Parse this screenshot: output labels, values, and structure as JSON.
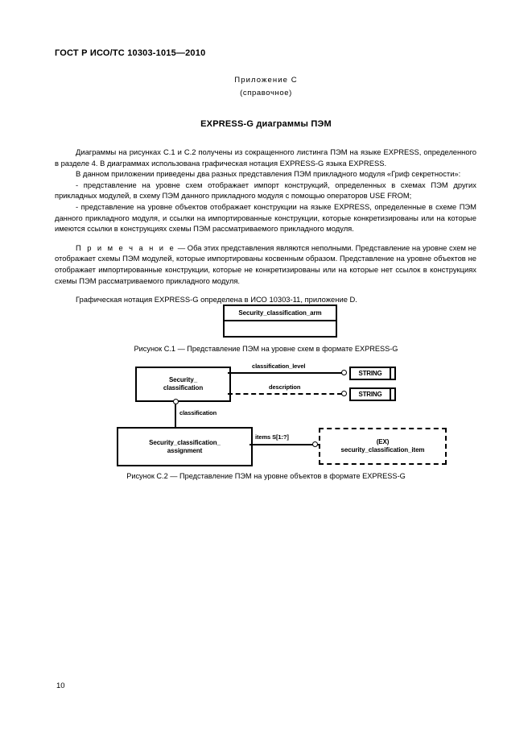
{
  "document": {
    "standard_header": "ГОСТ Р ИСО/ТС 10303-1015—2010",
    "annex_label": "Приложение С",
    "annex_kind": "(справочное)",
    "title": "EXPRESS-G диаграммы ПЭМ",
    "page_number": "10"
  },
  "body": {
    "para_1": "Диаграммы на рисунках С.1 и С.2 получены из сокращенного листинга ПЭМ на языке EXPRESS, определенного в разделе 4. В диаграммах использована графическая нотация EXPRESS-G языка EXPRESS.",
    "para_2": "В данном приложении приведены два разных представления ПЭМ прикладного модуля «Гриф секретности»:",
    "bullet_1": "-  представление на уровне схем отображает импорт конструкций, определенных в схемах ПЭМ других прикладных модулей, в схему ПЭМ данного прикладного модуля с помощью операторов USE FROM;",
    "bullet_2": "-  представление на уровне объектов отображает конструкции на языке EXPRESS, определенные в схеме ПЭМ данного прикладного модуля, и ссылки на импортированные конструкции, которые конкретизированы или на которые имеются ссылки в конструкциях схемы ПЭМ рассматриваемого прикладного модуля.",
    "note_label": "П р и м е ч а н и е",
    "note_text": " — Оба этих представления являются неполными. Представление на уровне схем не отображает схемы ПЭМ модулей, которые импортированы косвенным образом. Представление на уровне объектов не отображает импортированные конструкции, которые не конкретизированы или на которые нет ссылок в конструкциях схемы ПЭМ рассматриваемого прикладного модуля.",
    "para_last": "Графическая нотация EXPRESS-G определена в ИСО 10303-11, приложение D."
  },
  "figure_c1": {
    "schema_box_title": "Security_classification_arm",
    "caption": "Рисунок  С.1 — Представление ПЭМ на уровне схем в формате EXPRESS-G"
  },
  "figure_c2": {
    "caption": "Рисунок  С.2 — Представление ПЭМ на уровне объектов в формате EXPRESS-G",
    "entity_security_classification_line1": "Security_",
    "entity_security_classification_line2": "classification",
    "entity_assignment_line1": "Security_classification_",
    "entity_assignment_line2": "assignment",
    "entity_item_line1": "(EX)",
    "entity_item_line2": "security_classification_item",
    "attr_classification_level": "classification_level",
    "attr_description": "description",
    "attr_classification": "classification",
    "attr_items": "items S[1:?]",
    "type_string_1": "STRING",
    "type_string_2": "STRING"
  }
}
